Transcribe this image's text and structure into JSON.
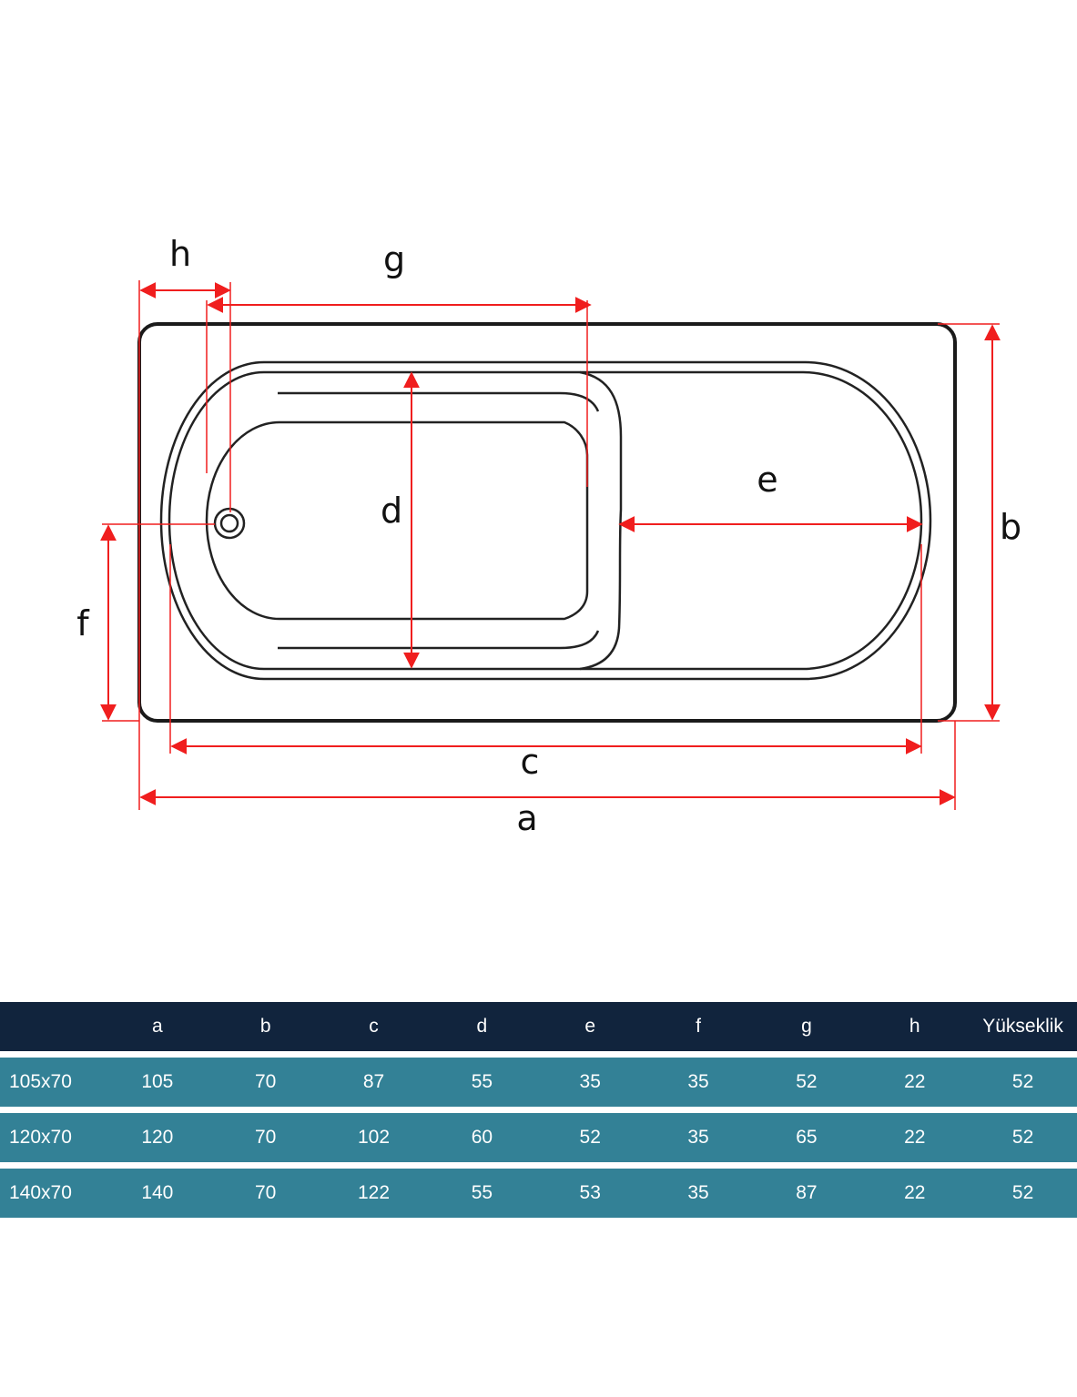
{
  "diagram": {
    "labels": {
      "a": "a",
      "b": "b",
      "c": "c",
      "d": "d",
      "e": "e",
      "f": "f",
      "g": "g",
      "h": "h"
    },
    "colors": {
      "dimension": "#f01e1e",
      "outline": "#222222"
    }
  },
  "table": {
    "headers": [
      "",
      "a",
      "b",
      "c",
      "d",
      "e",
      "f",
      "g",
      "h",
      "Yükseklik"
    ],
    "rows": [
      [
        "105x70",
        "105",
        "70",
        "87",
        "55",
        "35",
        "35",
        "52",
        "22",
        "52"
      ],
      [
        "120x70",
        "120",
        "70",
        "102",
        "60",
        "52",
        "35",
        "65",
        "22",
        "52"
      ],
      [
        "140x70",
        "140",
        "70",
        "122",
        "55",
        "53",
        "35",
        "87",
        "22",
        "52"
      ]
    ],
    "colors": {
      "header": "#11243d",
      "row": "#338196"
    }
  }
}
